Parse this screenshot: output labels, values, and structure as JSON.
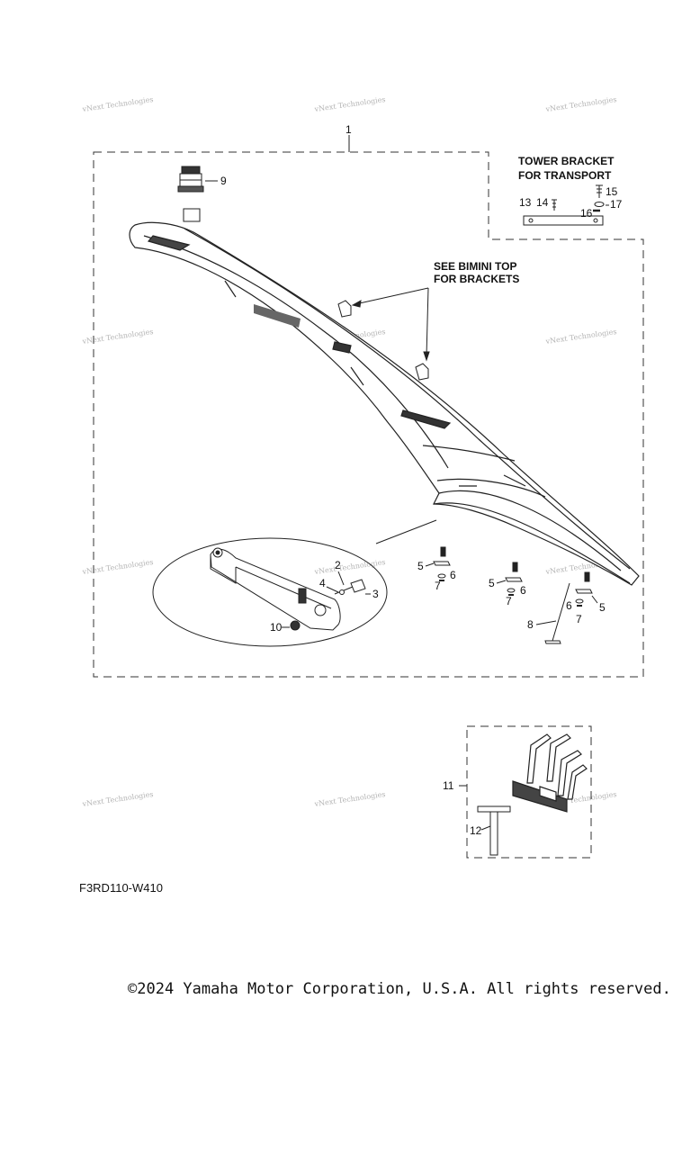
{
  "watermark": "vNext Technologies",
  "assembly": {
    "main_callout": "1",
    "transport_note": [
      "TOWER BRACKET",
      "FOR TRANSPORT"
    ],
    "bimini_note": [
      "SEE BIMINI TOP",
      "FOR BRACKETS"
    ]
  },
  "callouts": {
    "c2": "2",
    "c3": "3",
    "c4": "4",
    "c5a": "5",
    "c5b": "5",
    "c5c": "5",
    "c6a": "6",
    "c6b": "6",
    "c6c": "6",
    "c7a": "7",
    "c7b": "7",
    "c7c": "7",
    "c8": "8",
    "c9": "9",
    "c10": "10",
    "c11": "11",
    "c12": "12",
    "c13": "13",
    "c14": "14",
    "c15": "15",
    "c16": "16",
    "c17": "17"
  },
  "drawing_code": "F3RD110-W410",
  "copyright": "©2024 Yamaha Motor Corporation, U.S.A. All rights reserved."
}
